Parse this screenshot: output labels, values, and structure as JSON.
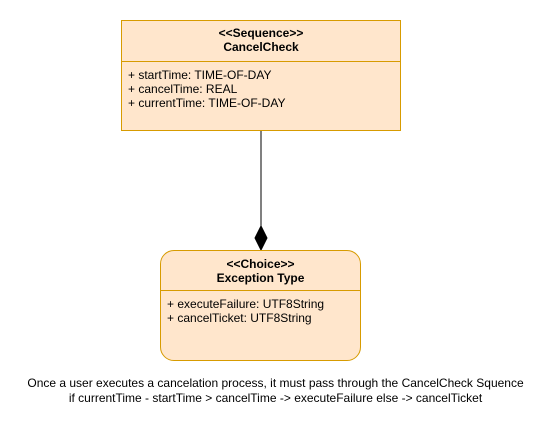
{
  "sequence": {
    "stereotype": "<<Sequence>>",
    "name": "CancelCheck",
    "attributes": [
      "+ startTime: TIME-OF-DAY",
      "+ cancelTime: REAL",
      "+ currentTime: TIME-OF-DAY"
    ]
  },
  "choice": {
    "stereotype": "<<Choice>>",
    "name": "Exception Type",
    "attributes": [
      "+ executeFailure: UTF8String",
      "+ cancelTicket: UTF8String"
    ]
  },
  "connector": {
    "type": "composition",
    "head_shape": "filled-diamond"
  },
  "note": {
    "line1": "Once a user executes a cancelation process, it must pass through the CancelCheck Squence",
    "line2": "if currentTime - startTime > cancelTime -> executeFailure else -> cancelTicket"
  },
  "colors": {
    "box_fill": "#ffe6cc",
    "box_stroke": "#d79b00",
    "line": "#000000"
  }
}
